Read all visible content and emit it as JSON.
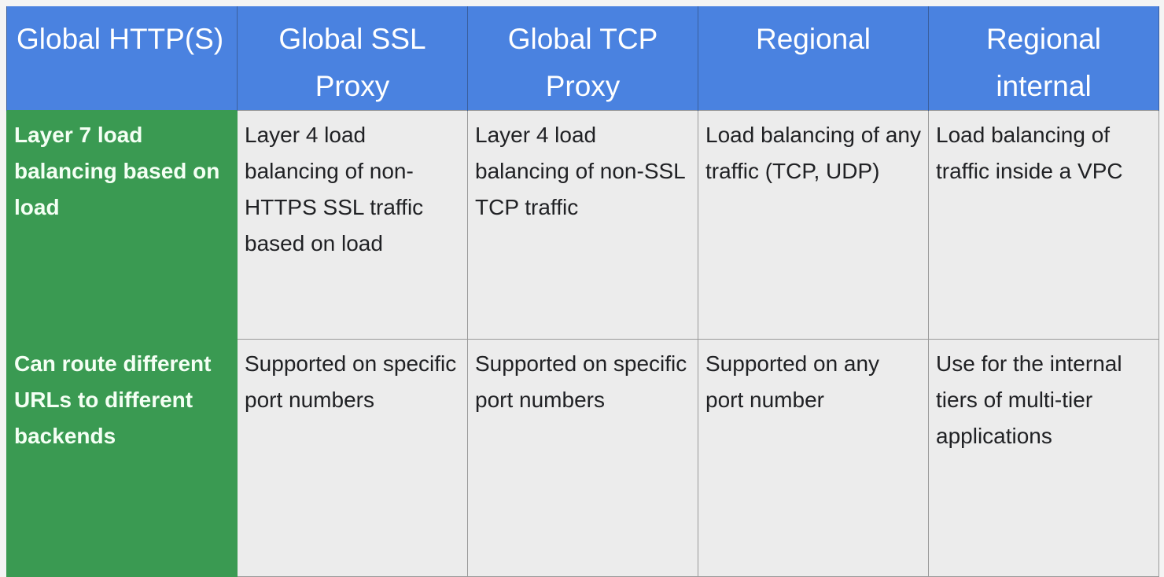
{
  "headers": [
    "Global HTTP(S)",
    "Global SSL Proxy",
    "Global TCP Proxy",
    "Regional",
    "Regional internal"
  ],
  "rows": [
    {
      "label": "Layer 7 load balancing based on load",
      "cells": [
        "Layer 4 load balancing of non-HTTPS SSL traffic based on load",
        "Layer 4 load balancing of non-SSL TCP traffic",
        "Load balancing of any traffic (TCP, UDP)",
        "Load balancing of traffic inside a VPC"
      ]
    },
    {
      "label": "Can route different URLs to different backends",
      "cells": [
        "Supported on specific port numbers",
        "Supported on specific port numbers",
        "Supported on any port number",
        "Use for the internal tiers of multi-tier applications"
      ]
    }
  ],
  "colors": {
    "header_bg": "#4a82e0",
    "row_label_bg": "#3a9a52",
    "cell_bg": "#ececec"
  }
}
